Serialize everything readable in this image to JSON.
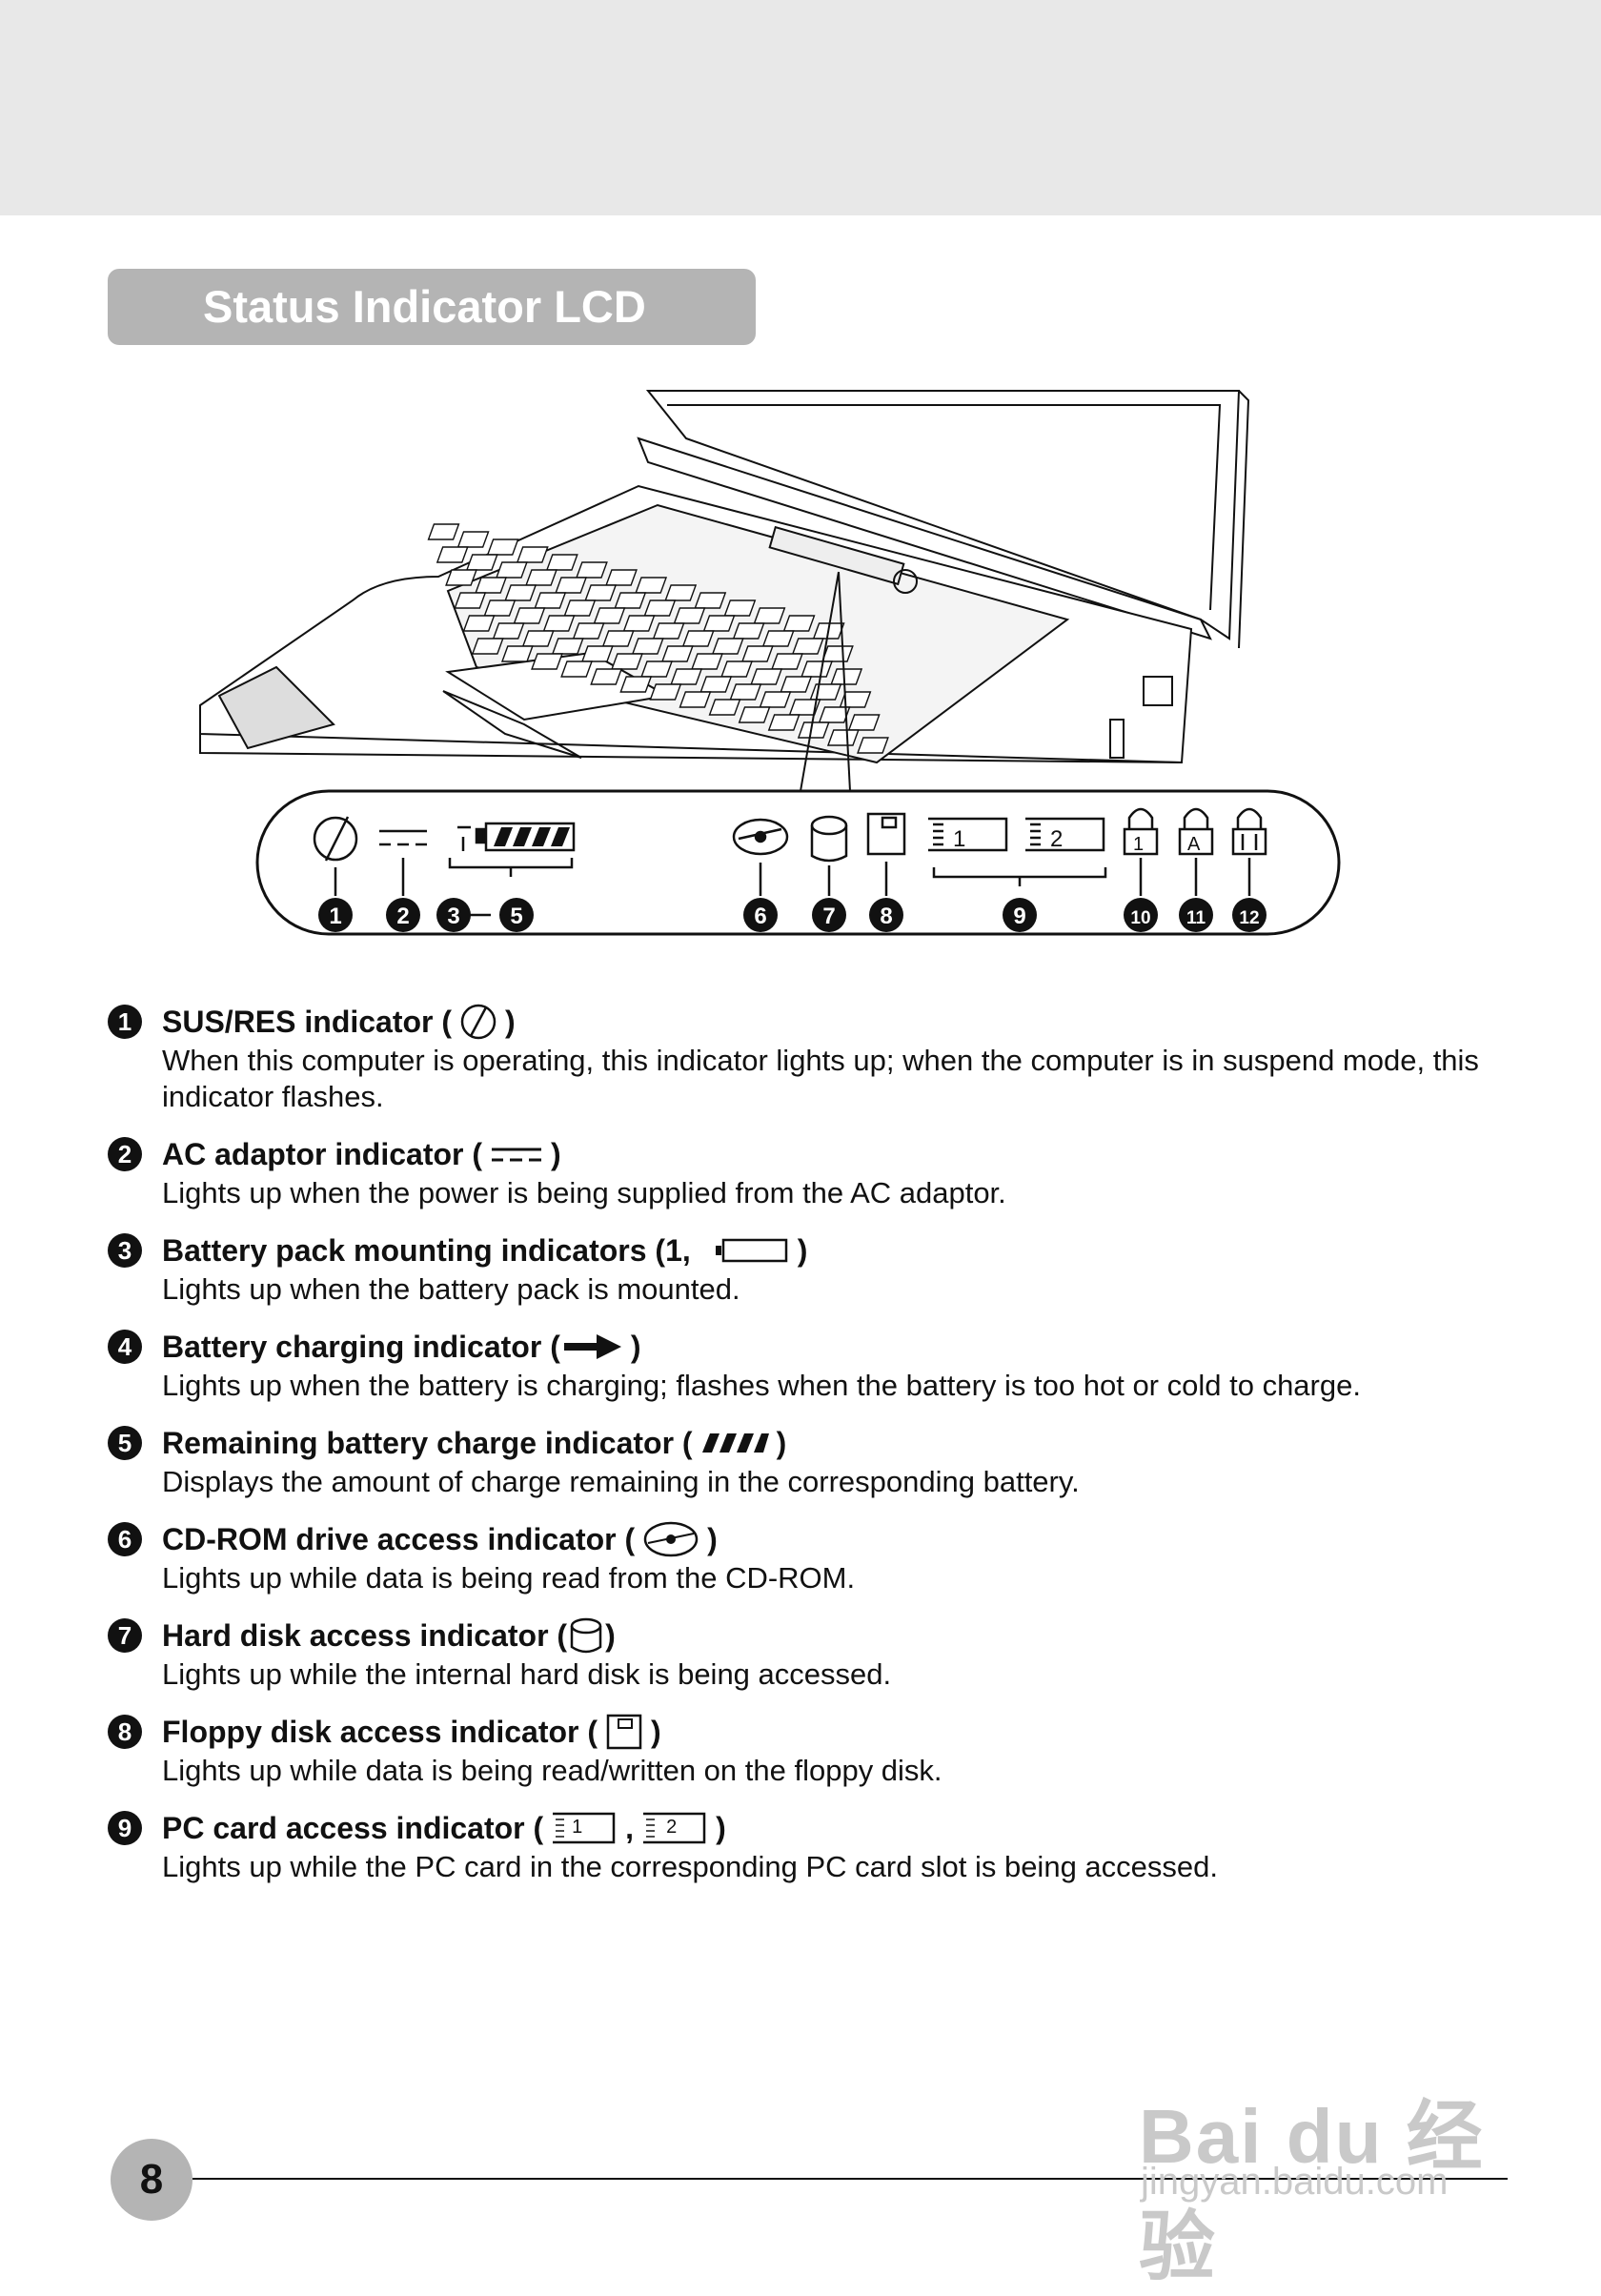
{
  "section_title": "Status Indicator LCD",
  "lcd_labels": [
    "1",
    "2",
    "3",
    "5",
    "6",
    "7",
    "8",
    "9",
    "10",
    "11",
    "12"
  ],
  "pc_slots": [
    "1",
    "2"
  ],
  "lock_letters": [
    "1",
    "A"
  ],
  "items": [
    {
      "num": "1",
      "title_before": "SUS/RES indicator (",
      "title_after": ")",
      "icon": "power-icon",
      "desc": "When this computer is operating, this indicator lights up; when the computer is in suspend mode, this indicator flashes."
    },
    {
      "num": "2",
      "title_before": "AC adaptor indicator (",
      "title_after": ")",
      "icon": "dc-icon",
      "desc": "Lights up when the power is being supplied from the AC adaptor."
    },
    {
      "num": "3",
      "title_before": "Battery pack mounting indicators (1,",
      "title_after": ")",
      "icon": "battery-empty-icon",
      "desc": "Lights up when the battery pack is mounted."
    },
    {
      "num": "4",
      "title_before": "Battery charging indicator (",
      "title_after": ")",
      "icon": "arrow-icon",
      "desc": "Lights up when the battery is charging; flashes when the battery is too hot or cold to charge."
    },
    {
      "num": "5",
      "title_before": "Remaining battery charge indicator (",
      "title_after": ")",
      "icon": "charge-bars-icon",
      "desc": "Displays the amount of charge remaining in the corresponding battery."
    },
    {
      "num": "6",
      "title_before": "CD-ROM drive access indicator (",
      "title_after": ")",
      "icon": "cdrom-icon",
      "desc": "Lights up while data is being read from the CD-ROM."
    },
    {
      "num": "7",
      "title_before": "Hard disk access indicator (",
      "title_after": ")",
      "icon": "harddisk-icon",
      "desc": "Lights up while the internal hard disk is being accessed."
    },
    {
      "num": "8",
      "title_before": "Floppy disk access indicator (",
      "title_after": ")",
      "icon": "floppy-icon",
      "desc": "Lights up while data is being read/written on the floppy disk."
    },
    {
      "num": "9",
      "title_before": "PC card access indicator (",
      "title_sep": ",",
      "title_after": ")",
      "icon": "pccard-icon",
      "slot1": "1",
      "slot2": "2",
      "desc": "Lights up while the PC card in the corresponding PC card slot is being accessed."
    }
  ],
  "page_number": "8",
  "watermark": {
    "brand": "Bai du 经验",
    "url": "jingyan.baidu.com"
  }
}
